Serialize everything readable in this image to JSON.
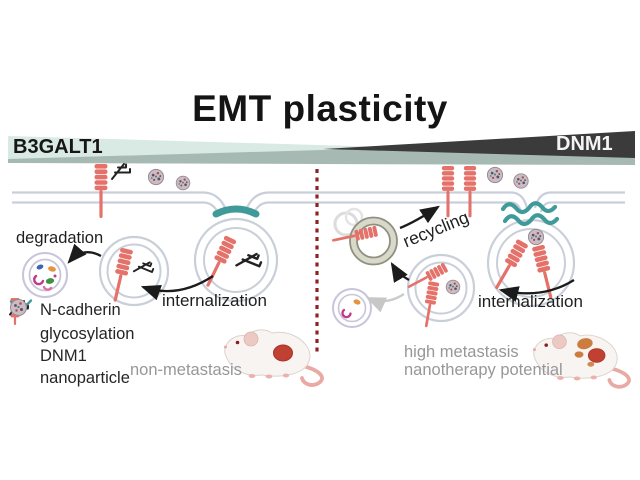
{
  "figure": {
    "title": "EMT plasticity",
    "axis": {
      "left": "B3GALT1",
      "right": "DNM1"
    },
    "left_panel": {
      "degradation": "degradation",
      "internalization": "internalization",
      "caption": "non-metastasis"
    },
    "right_panel": {
      "recycling": "recycling",
      "internalization": "internalization",
      "caption_line1": "high metastasis",
      "caption_line2": "nanotherapy potential"
    },
    "legend": [
      {
        "icon": "n-cadherin-icon",
        "label": "N-cadherin"
      },
      {
        "icon": "glycosylation-icon",
        "label": "glycosylation"
      },
      {
        "icon": "dnm1-icon",
        "label": "DNM1"
      },
      {
        "icon": "nanoparticle-icon",
        "label": "nanoparticle"
      }
    ],
    "colors": {
      "n_cadherin": "#e4716a",
      "dnm1_teal": "#3f9a99",
      "gradient_left": "#d9e9e3",
      "gradient_mid": "#a6bab3",
      "gradient_right": "#3b3b3b",
      "divider_red": "#8e2222",
      "membrane_gray": "#c9cfd9",
      "caption_gray": "#97979a"
    }
  }
}
